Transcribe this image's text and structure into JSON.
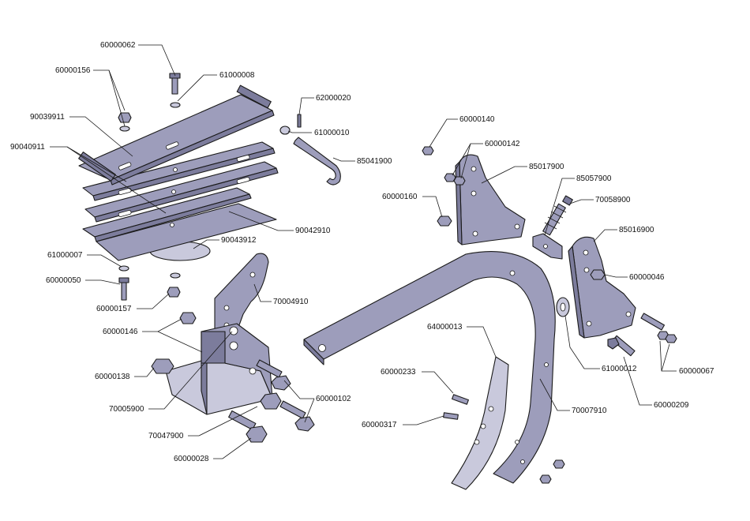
{
  "parts": {
    "p60000062": "60000062",
    "p61000008": "61000008",
    "p60000156": "60000156",
    "p90039911": "90039911",
    "p62000020": "62000020",
    "p61000010": "61000010",
    "p90040911": "90040911",
    "p85041900": "85041900",
    "p90042910": "90042910",
    "p90043912": "90043912",
    "p61000007": "61000007",
    "p60000050": "60000050",
    "p60000157": "60000157",
    "p70004910": "70004910",
    "p60000146": "60000146",
    "p60000138": "60000138",
    "p70005900": "70005900",
    "p70047900": "70047900",
    "p60000028": "60000028",
    "p60000102": "60000102",
    "p60000140": "60000140",
    "p60000142": "60000142",
    "p85017900": "85017900",
    "p60000160": "60000160",
    "p85057900": "85057900",
    "p70058900": "70058900",
    "p85016900": "85016900",
    "p60000046": "60000046",
    "p64000013": "64000013",
    "p60000233": "60000233",
    "p60000317": "60000317",
    "p61000012": "61000012",
    "p70007910": "70007910",
    "p60000209": "60000209",
    "p60000067": "60000067"
  },
  "colors": {
    "part_fill": "#9d9dbb",
    "part_light": "#c9c9dc",
    "part_dark": "#7c7c9c",
    "outline": "#1a1a1a"
  }
}
